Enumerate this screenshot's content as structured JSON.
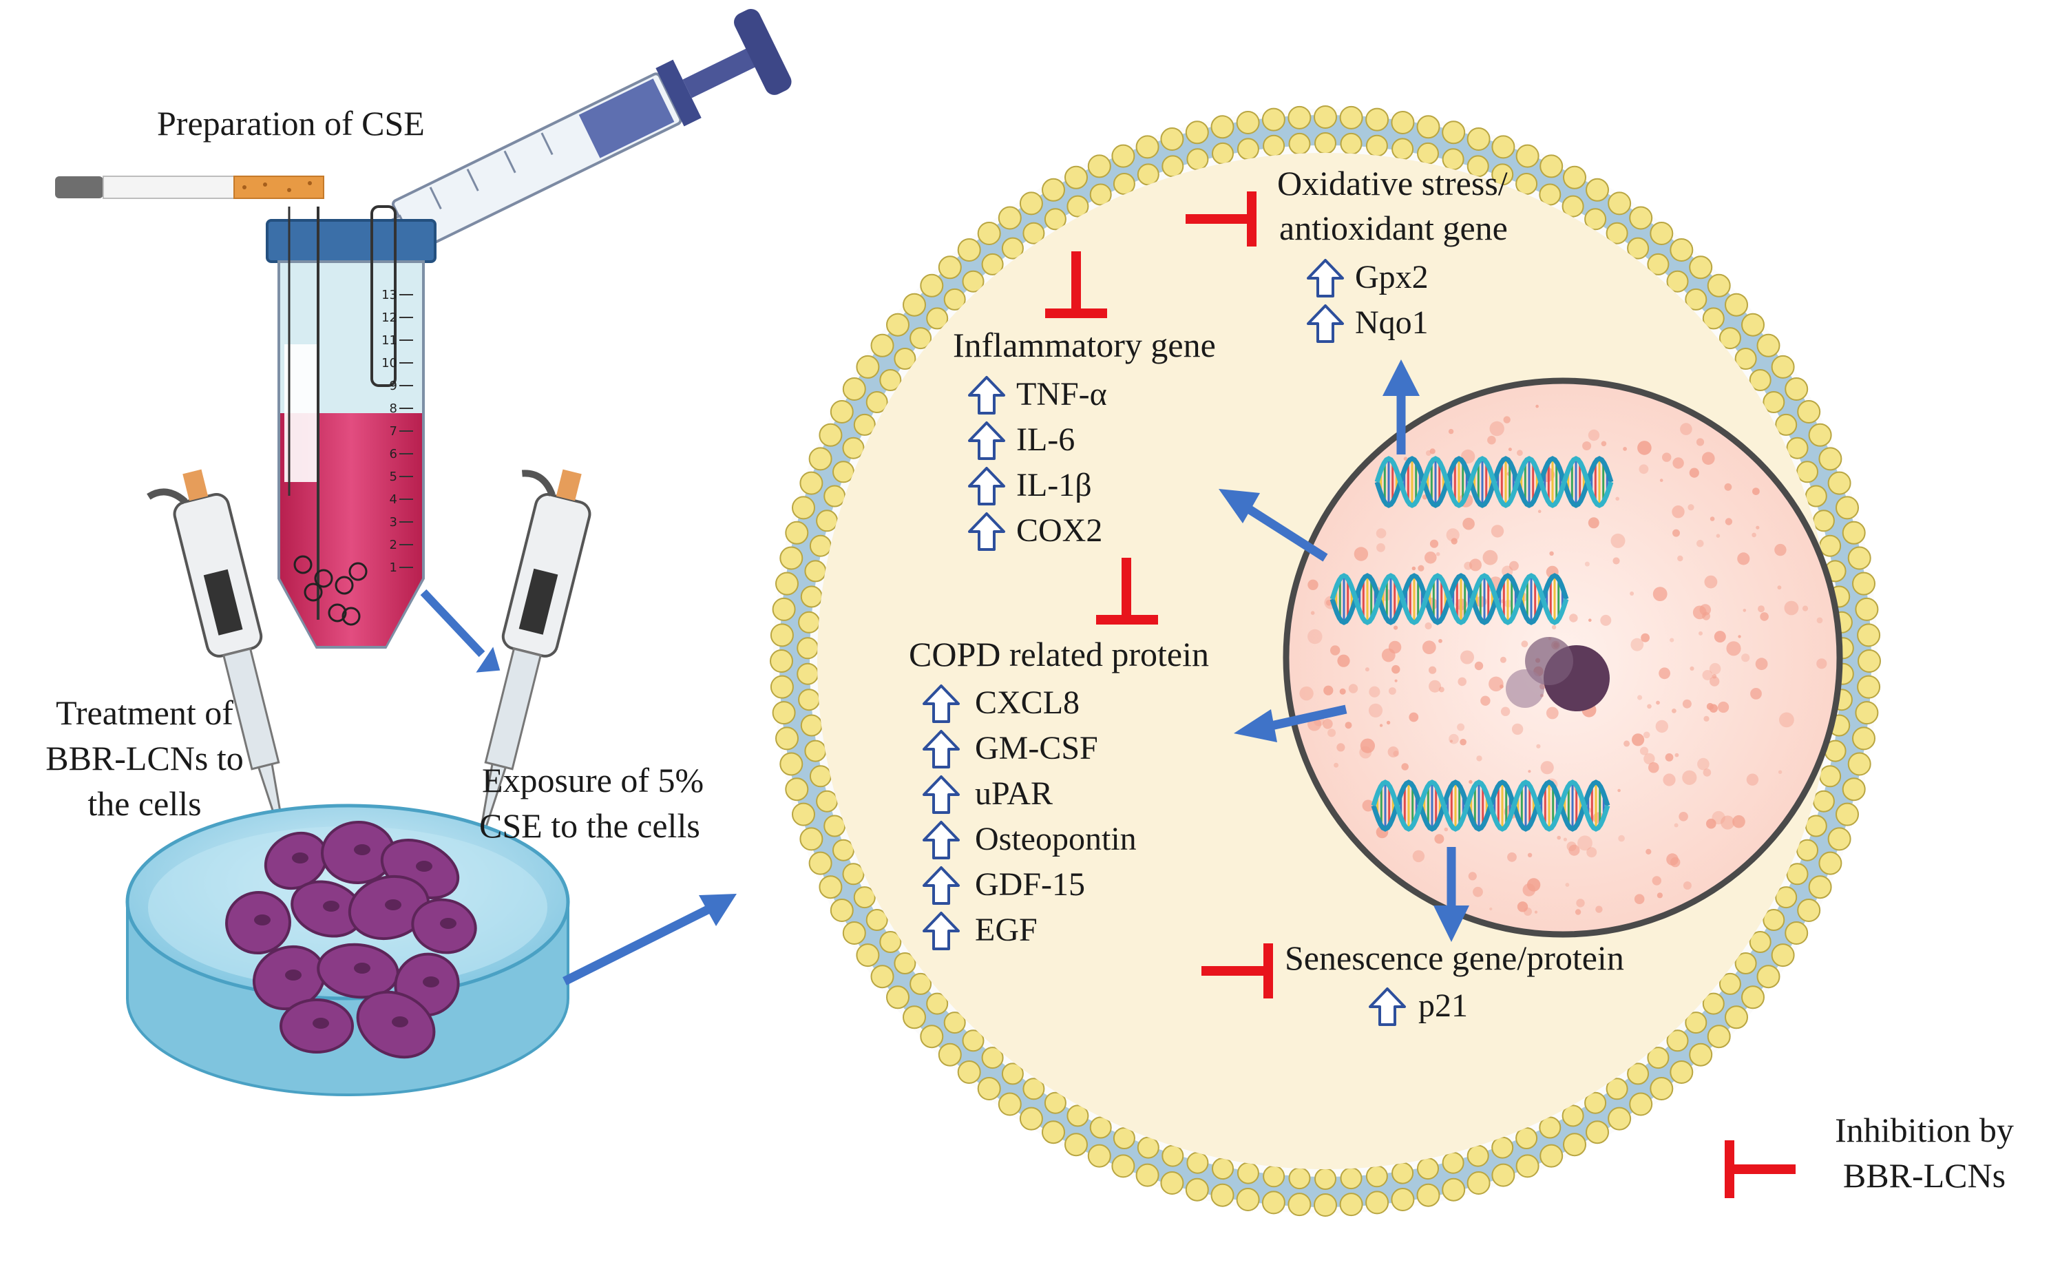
{
  "labels": {
    "preparation": "Preparation of CSE",
    "treatment": [
      "Treatment of",
      "BBR-LCNs to",
      "the cells"
    ],
    "exposure": [
      "Exposure of 5%",
      "CSE to the cells"
    ],
    "oxidative_title": [
      "Oxidative stress/",
      "antioxidant gene"
    ],
    "oxidative_items": [
      "Gpx2",
      "Nqo1"
    ],
    "inflammatory_title": "Inflammatory gene",
    "inflammatory_items": [
      "TNF-α",
      "IL-6",
      "IL-1β",
      "COX2"
    ],
    "copd_title": "COPD related protein",
    "copd_items": [
      "CXCL8",
      "GM-CSF",
      "uPAR",
      "Osteopontin",
      "GDF-15",
      "EGF"
    ],
    "senescence_title": "Senescence gene/protein",
    "senescence_items": [
      "p21"
    ],
    "legend": [
      "Inhibition by",
      "BBR-LCNs"
    ]
  },
  "tube_scale": [
    "13",
    "12",
    "11",
    "10",
    "9",
    "8",
    "7",
    "6",
    "5",
    "4",
    "3",
    "2",
    "1"
  ],
  "icons": {
    "up": "hollow-up-arrow-icon",
    "inhibit": "inhibition-t-bar-icon",
    "flow": "blue-arrow-icon"
  },
  "colors": {
    "inhibit": "#e8141c",
    "flow_arrow": "#3f73c8",
    "up_arrow": "#2d4f9c",
    "cytoplasm": "#fbf2d9",
    "lipid_head": "#f4e48a",
    "lipid_tail": "#8fb7d2",
    "nucleus": "#fde6df",
    "liquid": "#d4336b",
    "cells": "#8a3b86"
  }
}
